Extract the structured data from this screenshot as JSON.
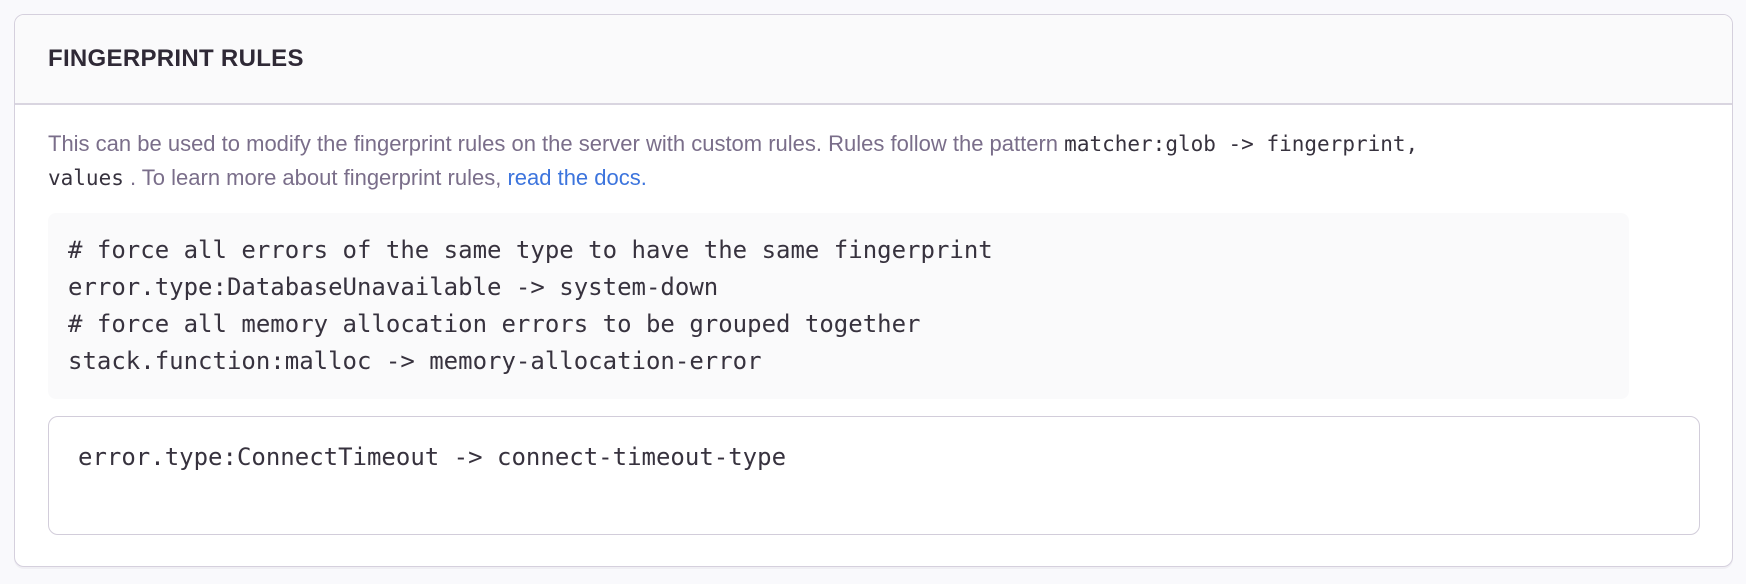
{
  "panel": {
    "title": "FINGERPRINT RULES",
    "description": {
      "text_before": "This can be used to modify the fingerprint rules on the server with custom rules. Rules follow the pattern ",
      "pattern_code_part1": "matcher:glob -> fingerprint,",
      "pattern_code_part2": "values",
      "text_middle": " . To learn more about fingerprint rules, ",
      "link_text": "read the docs."
    },
    "example_code": "# force all errors of the same type to have the same fingerprint\nerror.type:DatabaseUnavailable -> system-down\n# force all memory allocation errors to be grouped together\nstack.function:malloc -> memory-allocation-error",
    "input_value": "error.type:ConnectTimeout -> connect-timeout-type"
  },
  "colors": {
    "page_background": "#f9f9fc",
    "panel_border": "#d5d0dd",
    "header_background": "#fafafb",
    "title_text": "#2f2936",
    "description_text": "#7a6e8a",
    "code_text": "#37323e",
    "code_block_background": "#fafafb",
    "link_blue": "#3c74dd",
    "input_border": "#d2cdda"
  }
}
